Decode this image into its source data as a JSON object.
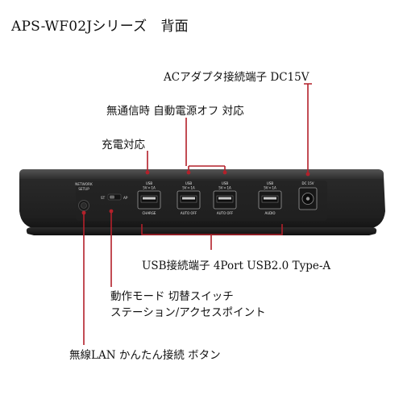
{
  "title": "APS-WF02Jシリーズ　背面",
  "callouts": {
    "ac_adapter": "ACアダプタ接続端子 DC15V",
    "no_signal": "無通信時 自動電源オフ 対応",
    "charge": "充電対応",
    "usb_ports": "USB接続端子  4Port  USB2.0 Type-A",
    "mode_switch_line1": "動作モード 切替スイッチ",
    "mode_switch_line2": "ステーション/アクセスポイント",
    "wlan_button": "無線LAN かんたん接続 ボタン"
  },
  "device": {
    "network_setup_line1": "NETWORK",
    "network_setup_line2": "SETUP",
    "switch_left": "ST",
    "switch_right": "AP",
    "dc_label": "DC 15V",
    "ports": [
      {
        "top": "USB",
        "spec": "5V ═ 1A",
        "mode": "CHARGE"
      },
      {
        "top": "USB",
        "spec": "5V ═ 1A",
        "mode": "AUTO OFF"
      },
      {
        "top": "USB",
        "spec": "5V ═ 1A",
        "mode": "AUTO OFF"
      },
      {
        "top": "USB",
        "spec": "5V ═ 1A",
        "mode": "AUDIO"
      }
    ]
  },
  "colors": {
    "callout_line": "#b3202a",
    "device_body": "#262626"
  }
}
